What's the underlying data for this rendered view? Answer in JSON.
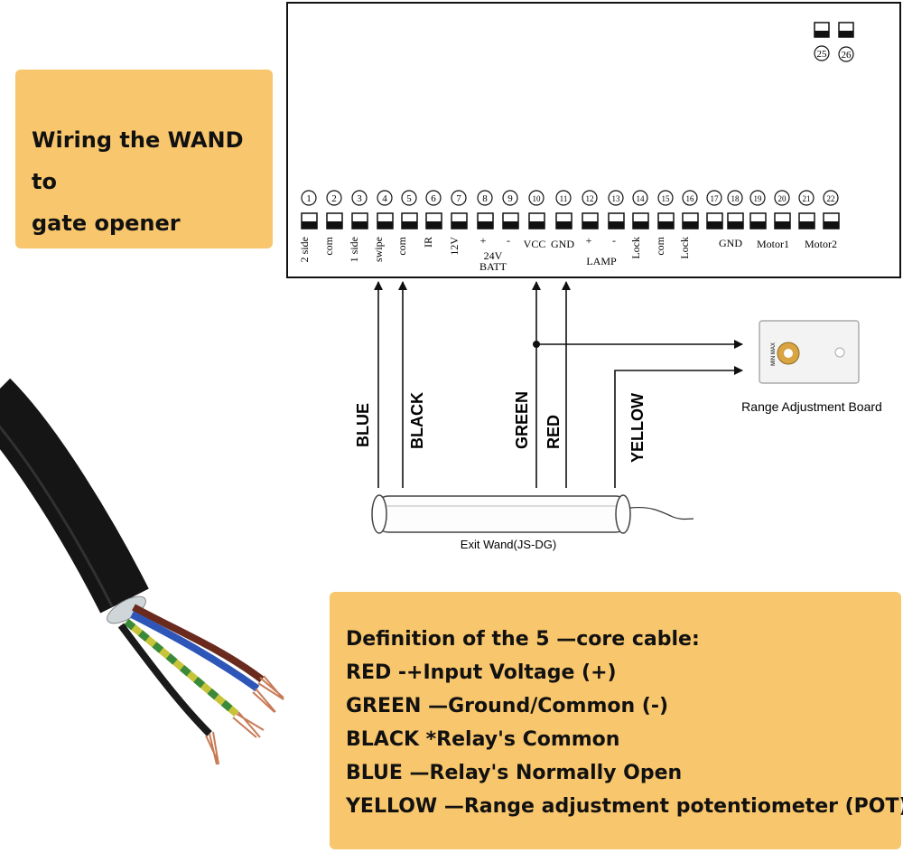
{
  "note_title": {
    "line1": "Wiring the WAND to",
    "line2": "gate opener"
  },
  "terminals": {
    "numbers": [
      "1",
      "2",
      "3",
      "4",
      "5",
      "6",
      "7",
      "8",
      "9",
      "10",
      "11",
      "12",
      "13",
      "14",
      "15",
      "16",
      "17",
      "18",
      "19",
      "20",
      "21",
      "22"
    ],
    "extra_numbers": [
      "25",
      "26"
    ],
    "labels": {
      "t1": "2 side",
      "t2": "com",
      "t3": "1 side",
      "t4": "swipe",
      "t5": "com",
      "t6": "IR",
      "t7": "12V",
      "t8": "+",
      "t9": "-",
      "batt_top": "24V",
      "batt_bottom": "BATT",
      "t10": "VCC",
      "t11": "GND",
      "t12": "+",
      "t13": "-",
      "lamp": "LAMP",
      "t14": "Lock",
      "t15": "com",
      "t16": "Lock",
      "gnd2": "GND",
      "motor1": "Motor1",
      "motor2": "Motor2"
    }
  },
  "wires": {
    "blue": "BLUE",
    "black": "BLACK",
    "green": "GREEN",
    "red": "RED",
    "yellow": "YELLOW"
  },
  "range_board": {
    "label": "Range Adjustment Board",
    "pot_text": "MIN MAX"
  },
  "wand": {
    "label": "Exit Wand(JS-DG)"
  },
  "definition": {
    "title": "Definition of the 5 —core cable:",
    "lines": [
      "RED -+Input Voltage (+)",
      "GREEN —Ground/Common (-)",
      "BLACK *Relay's Common",
      "BLUE —Relay's Normally Open",
      "YELLOW —Range adjustment potentiometer (POT)"
    ]
  },
  "colors": {
    "note_bg": "#f8c66c",
    "cable_black": "#151515",
    "wire_brown": "#6a2a1e",
    "wire_blue": "#2e56b8",
    "wire_yellow_green": "#c8c43a",
    "wire_green": "#3a8a3a"
  }
}
